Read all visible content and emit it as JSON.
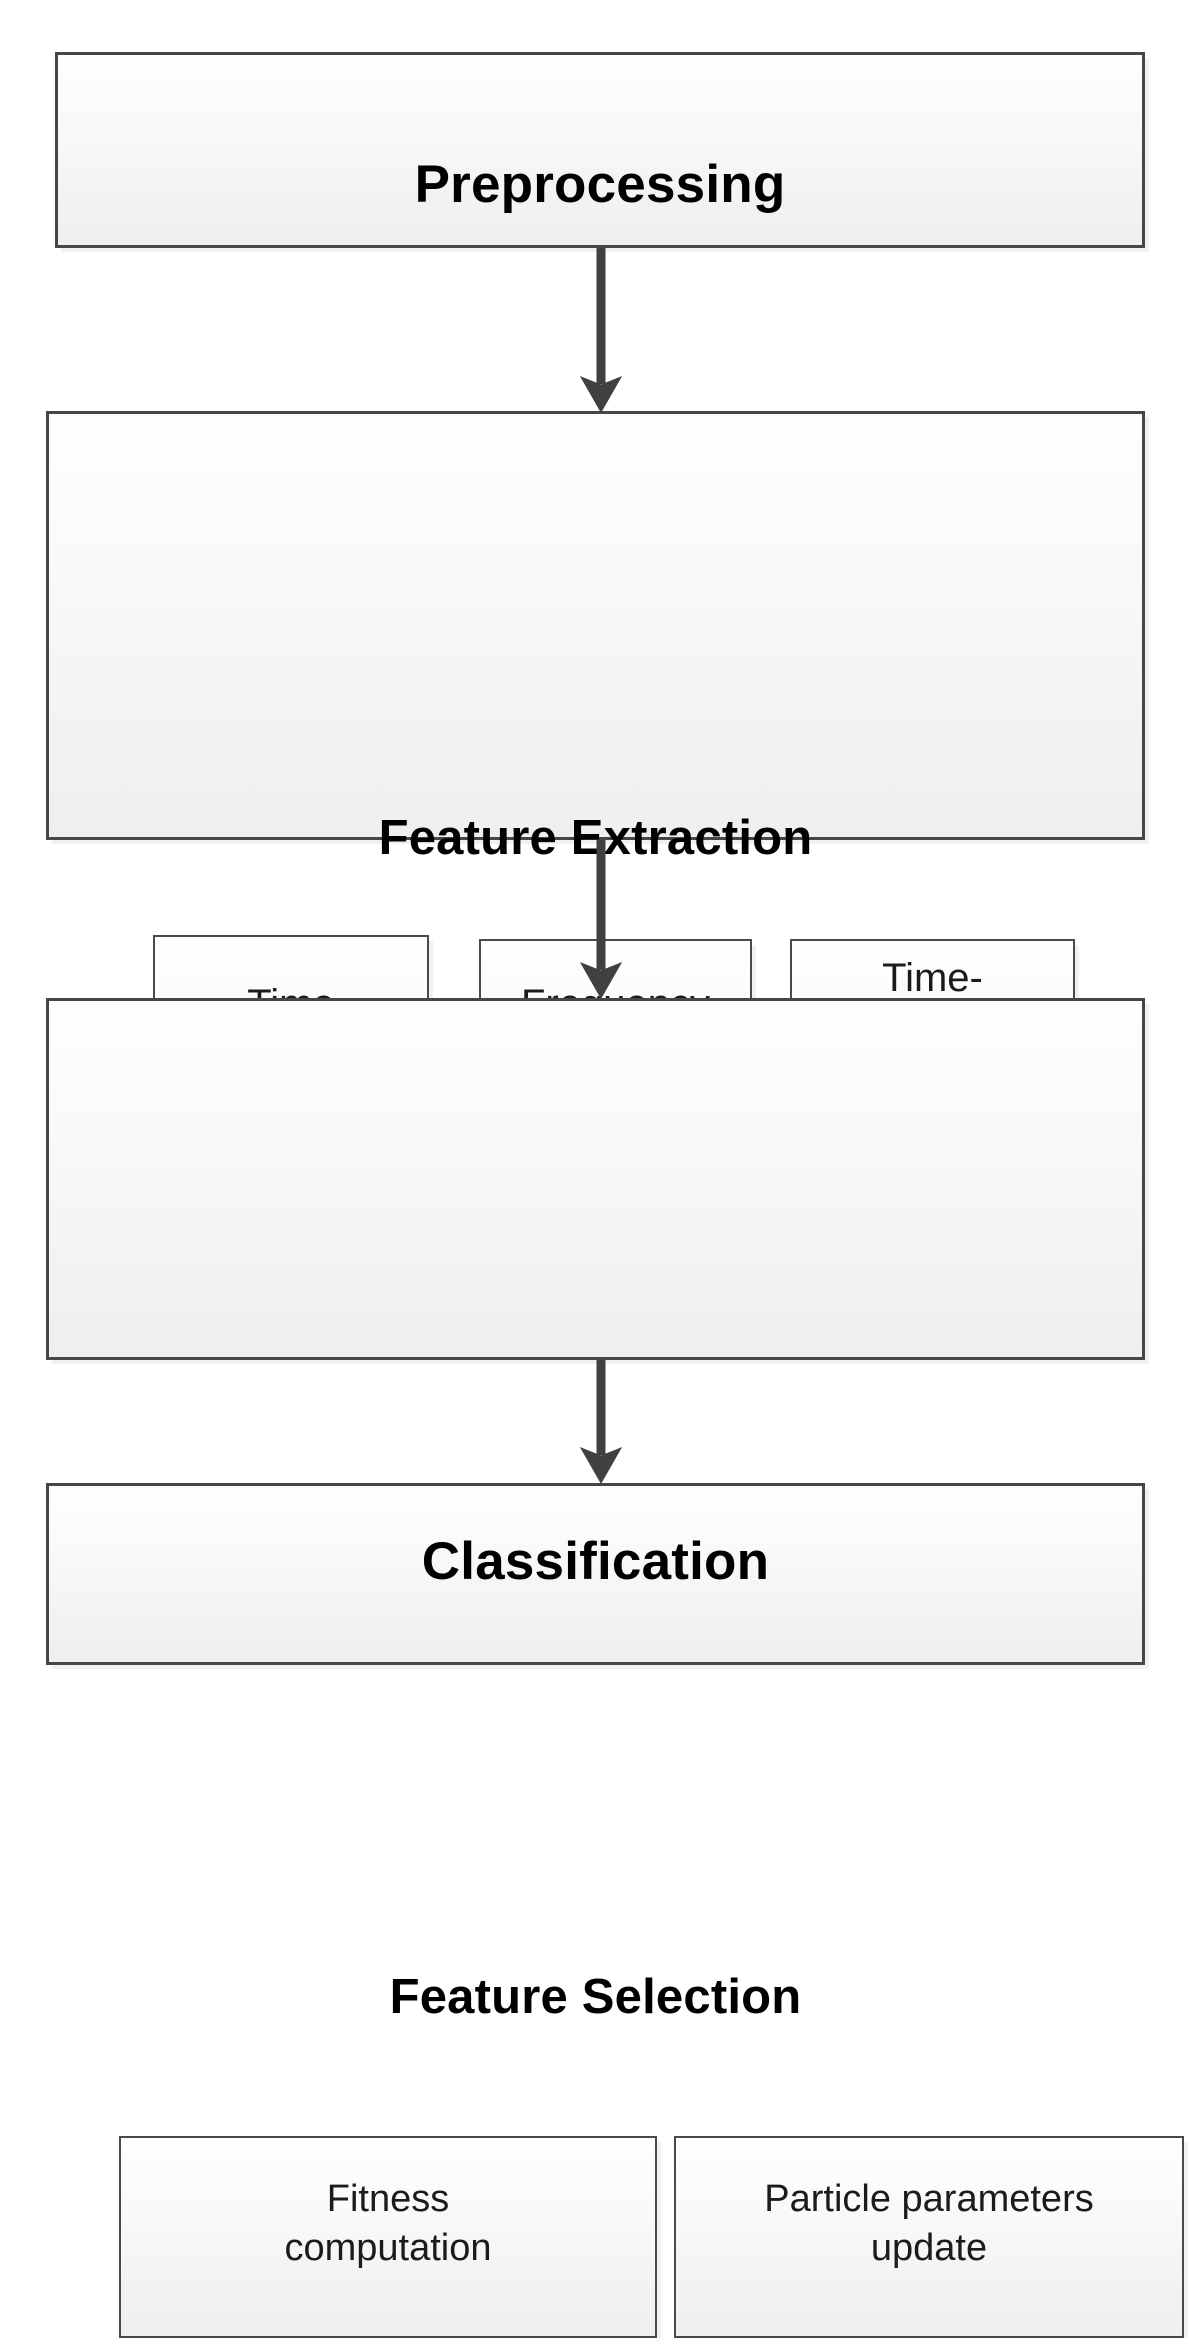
{
  "diagram": {
    "type": "flowchart",
    "orientation": "vertical",
    "title_visible": false,
    "colors": {
      "box_border": "#464646",
      "box_fill_top": "#fefefe",
      "box_fill_bottom": "#efefef",
      "arrow": "#404040",
      "text": "#000000",
      "sub_text": "#1b1b1f",
      "background": "#ffffff"
    },
    "stages": [
      {
        "id": "preprocessing",
        "title": "Preprocessing",
        "children": []
      },
      {
        "id": "feature-extraction",
        "title": "Feature Extraction",
        "children": [
          {
            "id": "time-domain",
            "label": "Time\ndomain"
          },
          {
            "id": "frequency-domain",
            "label": "Frequency\ndomain"
          },
          {
            "id": "time-frequency-domain",
            "label": "Time-\nFrequency\ndomain"
          }
        ]
      },
      {
        "id": "feature-selection",
        "title": "Feature Selection",
        "children": [
          {
            "id": "fitness-computation",
            "label": "Fitness\ncomputation"
          },
          {
            "id": "particle-parameters-update",
            "label": "Particle parameters\nupdate"
          }
        ]
      },
      {
        "id": "classification",
        "title": "Classification",
        "children": []
      }
    ],
    "connectors": [
      {
        "id": "arrow-preprocessing-to-feature-extraction",
        "from": "preprocessing",
        "to": "feature-extraction",
        "style": "solid-down-arrow"
      },
      {
        "id": "arrow-feature-extraction-to-feature-selection",
        "from": "feature-extraction",
        "to": "feature-selection",
        "style": "solid-down-arrow"
      },
      {
        "id": "arrow-feature-selection-to-classification",
        "from": "feature-selection",
        "to": "classification",
        "style": "solid-down-arrow"
      }
    ]
  }
}
